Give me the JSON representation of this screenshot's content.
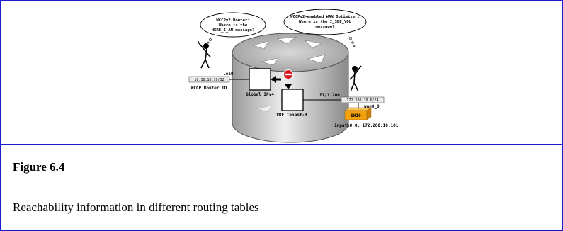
{
  "figure": {
    "number": "Figure 6.4",
    "caption": "Reachability information in different routing tables"
  },
  "diagram": {
    "left_bubble": [
      "WCCPv2 Router:",
      "Where is the",
      "HERE_I_AM message?"
    ],
    "right_bubble": [
      "WCCPv2-enabled WAN Optimizer:",
      "Where is the I_SEE_YOU",
      "message?"
    ],
    "router_id_ip": "10.10.10.10/32",
    "router_id_label": "WCCP Router ID",
    "lo_interface": "lo10",
    "global_table": "Global IPv4",
    "vrf_table": "VRF Tenant-B",
    "f_interface": "f1/1.200",
    "subnet_ip": "172.200.10.6/24",
    "wan_interface": "wan0_0",
    "optimizer_name": "SH10",
    "inpath_label": "inpath0_0: 172.200.10.101"
  },
  "colors": {
    "border": "#1a1ad0",
    "optimizer": "#f4a10c",
    "no_entry": "#d6121b"
  }
}
